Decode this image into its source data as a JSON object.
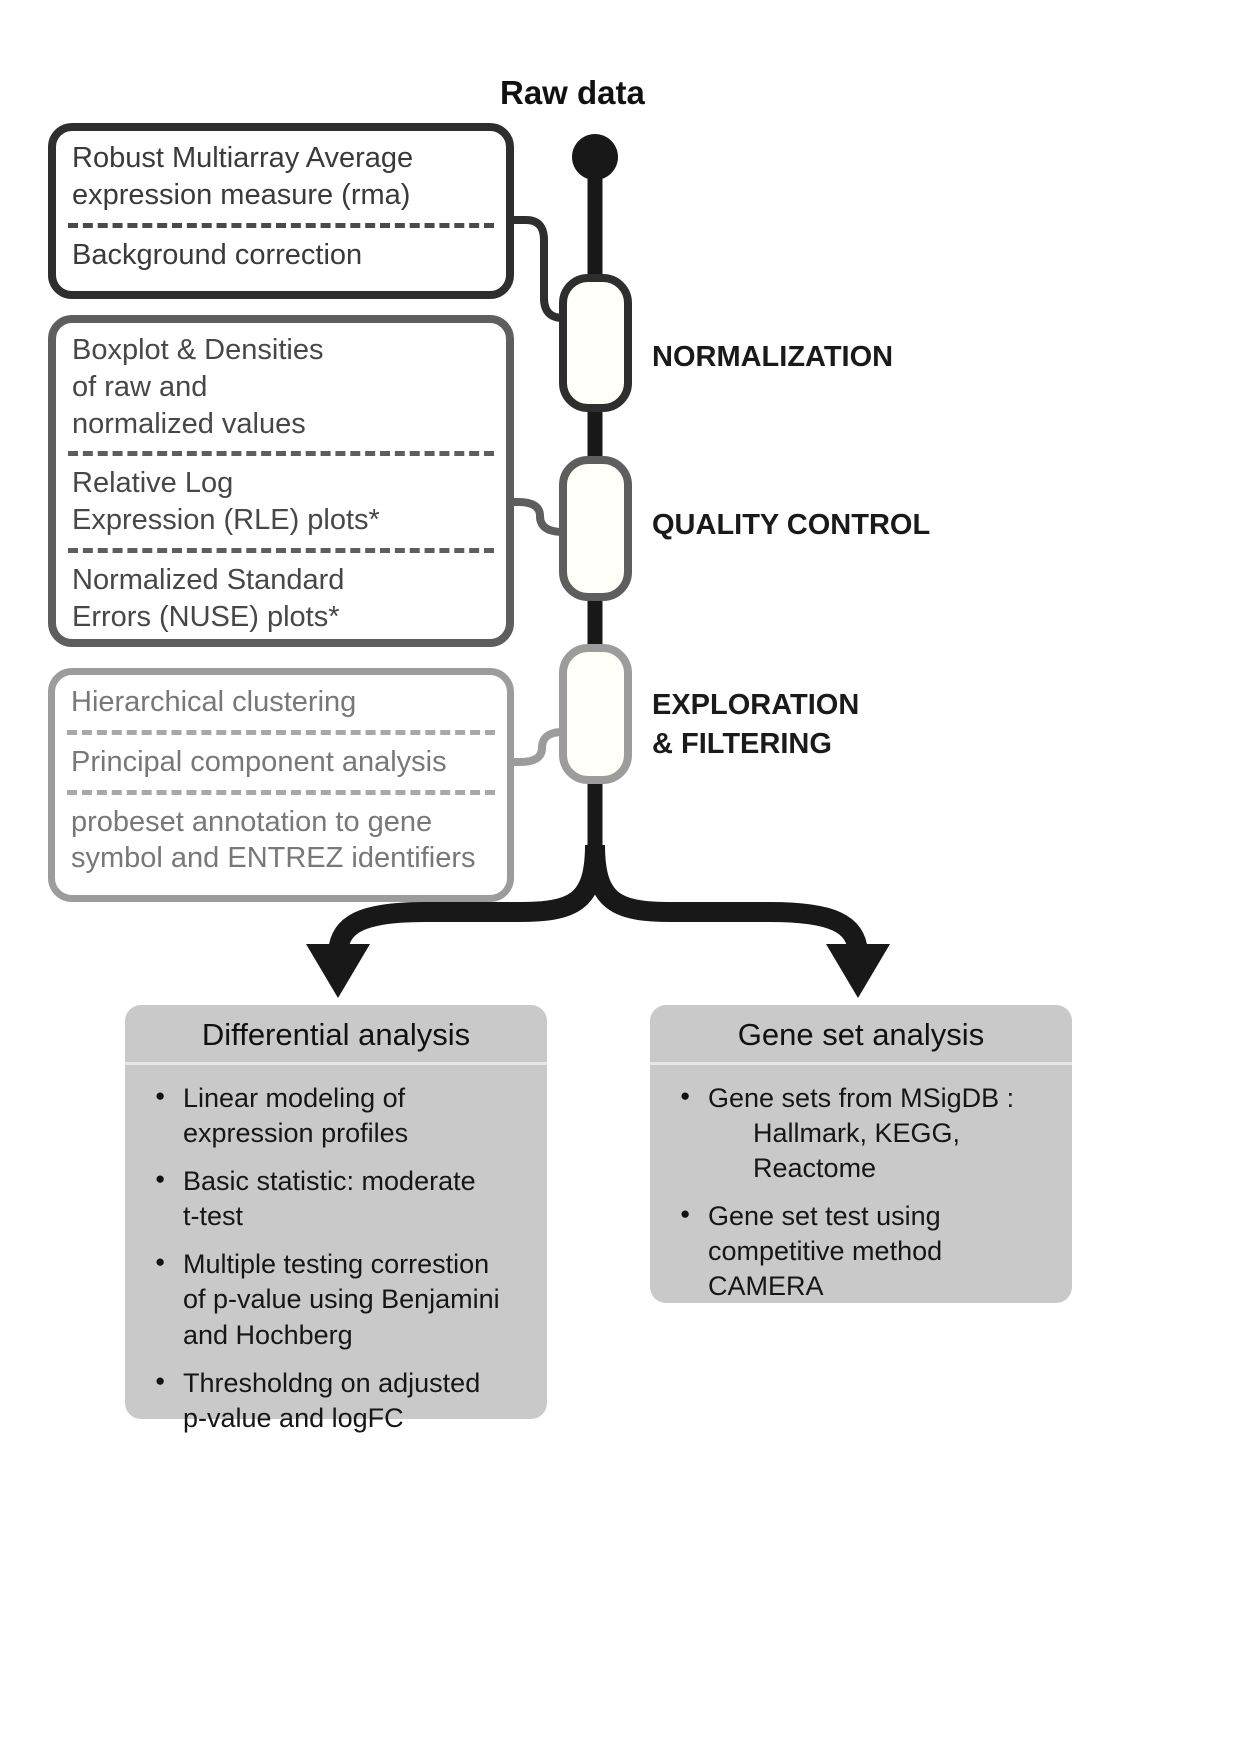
{
  "header": {
    "title": "Raw data"
  },
  "pipeline": {
    "stage_labels": [
      "NORMALIZATION",
      "QUALITY CONTROL",
      "EXPLORATION\n& FILTERING"
    ]
  },
  "boxes": [
    {
      "stage": "normalization",
      "items": [
        "Robust Multiarray Average\nexpression measure (rma)",
        "Background correction"
      ]
    },
    {
      "stage": "quality-control",
      "items": [
        "Boxplot & Densities\nof raw and\nnormalized values",
        "Relative Log\nExpression (RLE) plots*",
        "Normalized Standard\nErrors (NUSE) plots*"
      ]
    },
    {
      "stage": "exploration-filtering",
      "items": [
        "Hierarchical clustering",
        "Principal component analysis",
        "probeset annotation to gene\nsymbol and ENTREZ identifiers"
      ]
    }
  ],
  "analysis_panels": [
    {
      "title": "Differential analysis",
      "bullets": [
        "Linear modeling of\nexpression profiles",
        "Basic statistic: moderate\nt-test",
        "Multiple testing correstion\nof p-value using Benjamini\nand Hochberg",
        "Thresholdng on adjusted\np-value and logFC"
      ]
    },
    {
      "title": "Gene set analysis",
      "bullets": [
        "Gene sets from MSigDB :\n      Hallmark, KEGG,\n      Reactome",
        "Gene set test using\ncompetitive method\nCAMERA"
      ]
    }
  ],
  "colors": {
    "line": "#181818",
    "stage1_border": "#2e2e2e",
    "stage2_border": "#5e5e5e",
    "stage3_border": "#9c9c9c",
    "panel_background": "#c9c9c9",
    "node_fill": "#fffef9"
  }
}
